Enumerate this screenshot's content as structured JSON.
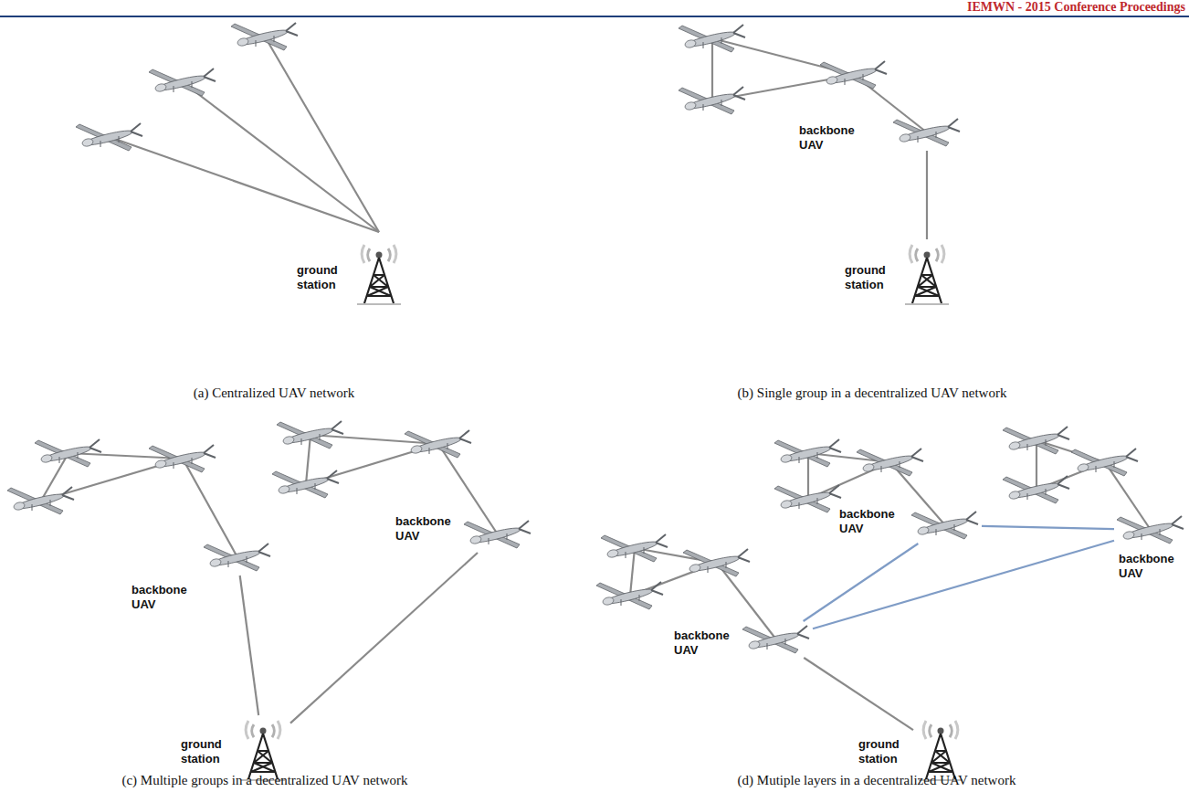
{
  "diagram": {
    "nodes": [
      {
        "text": [
          "ground station"
        ]
      },
      {
        "text": [
          "backbone UAV"
        ]
      },
      {
        "text": [
          "ground station"
        ]
      },
      {
        "text": [
          "backbone UAV"
        ]
      },
      {
        "text": [
          "backbone UAV"
        ]
      },
      {
        "text": [
          "ground station"
        ]
      },
      {
        "text": [
          "backbone UAV"
        ]
      },
      {
        "text": [
          "backbone UAV"
        ]
      },
      {
        "text": [
          "backbone UAV"
        ]
      },
      {
        "text": [
          "ground station"
        ]
      }
    ],
    "edges": [
      {
        "from": 1,
        "to": 2,
        "arrow": "none"
      },
      {
        "from": 3,
        "to": 5,
        "arrow": "none"
      },
      {
        "from": 4,
        "to": 5,
        "arrow": "none"
      },
      {
        "from": 6,
        "to": 7,
        "arrow": "none"
      },
      {
        "from": 8,
        "to": 6,
        "arrow": "none"
      },
      {
        "from": 8,
        "to": 7,
        "arrow": "none"
      },
      {
        "from": 8,
        "to": 9,
        "arrow": "none"
      }
    ],
    "labels": [
      "IEMWN - 2015 Conference Proceedings",
      "(a) Centralized UAV network",
      "(b) Single group in a decentralized UAV network",
      "(c) Multiple groups in a decentralized UAV network",
      "(d) Mutiple layers in a decentralized UAV network"
    ]
  }
}
